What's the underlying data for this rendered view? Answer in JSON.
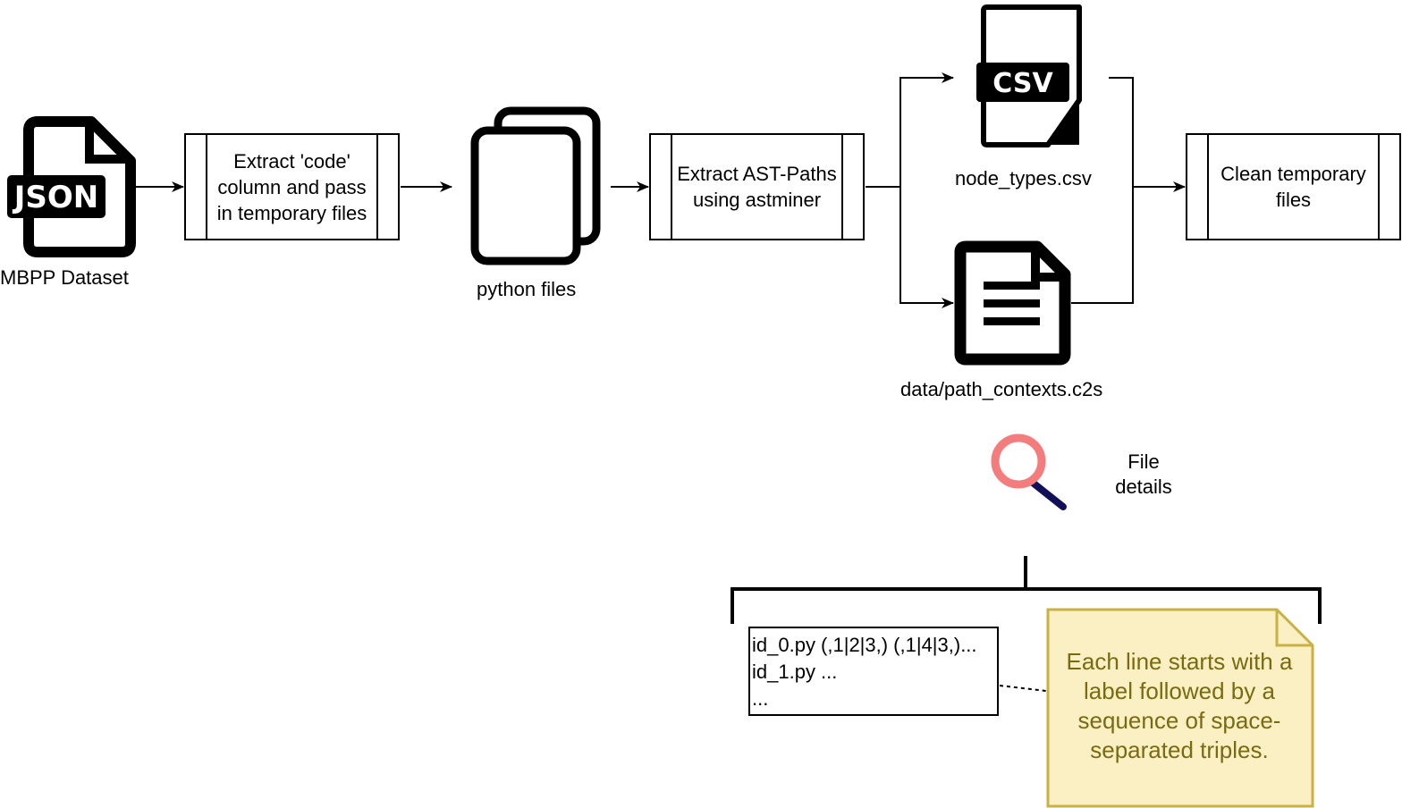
{
  "nodes": {
    "dataset": {
      "icon": "json-file-icon",
      "icon_text": "JSON",
      "label": "MBPP Dataset"
    },
    "extract_code": {
      "text": "Extract 'code' column and pass in temporary files"
    },
    "python_files": {
      "icon": "files-stack-icon",
      "label": "python files"
    },
    "extract_ast": {
      "text": "Extract AST-Paths using astminer"
    },
    "node_types": {
      "icon": "csv-file-icon",
      "icon_text": "CSV",
      "label": "node_types.csv"
    },
    "path_contexts": {
      "icon": "text-document-icon",
      "label": "data/path_contexts.c2s"
    },
    "clean": {
      "text": "Clean temporary files"
    }
  },
  "details": {
    "icon": "magnifier-icon",
    "label": "File details",
    "code_lines": [
      "id_0.py (,1|2|3,) (,1|4|3,)...",
      "id_1.py ...",
      "..."
    ],
    "note": "Each line starts with a label followed by a sequence of space-separated triples."
  },
  "colors": {
    "note_fill": "#fbefc4",
    "note_border": "#c9b245",
    "note_text": "#7a6a10",
    "magnifier_ring": "#f47c7c",
    "magnifier_handle": "#13105a"
  }
}
